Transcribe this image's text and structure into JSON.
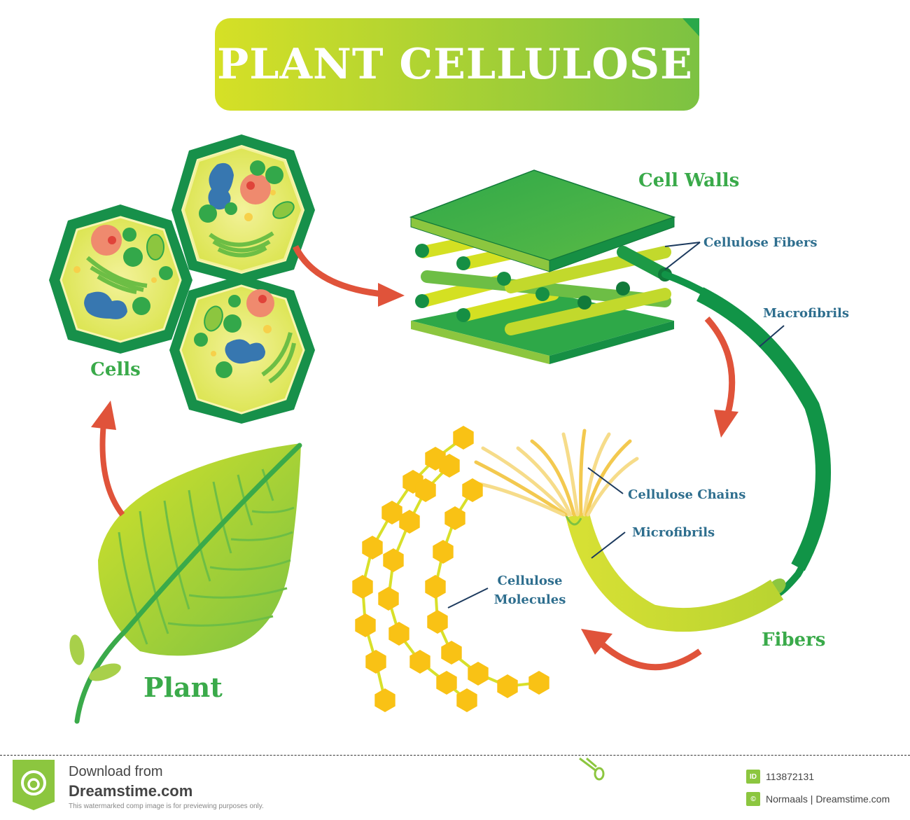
{
  "title": "PLANT CELLULOSE",
  "labels": {
    "cells": "Cells",
    "cell_walls": "Cell Walls",
    "cellulose_fibers": "Cellulose Fibers",
    "macrofibrils": "Macrofibrils",
    "cellulose_chains": "Cellulose Chains",
    "microfibrils": "Microfibrils",
    "cellulose_molecules_line1": "Cellulose",
    "cellulose_molecules_line2": "Molecules",
    "fibers": "Fibers",
    "plant": "Plant"
  },
  "flow": [
    "Plant",
    "Cells",
    "Cell Walls",
    "Fibers",
    "Cellulose Molecules"
  ],
  "colors": {
    "title_gradient_start": "#d4df26",
    "title_gradient_end": "#7cc242",
    "label_green": "#3aaa4a",
    "label_blue": "#2e6e8e",
    "arrow": "#e0533a",
    "dark_green": "#119447",
    "cell_fill": "#d9e349",
    "molecule_yellow": "#f9c215"
  },
  "footer": {
    "download_line1": "Download from",
    "download_line2": "Dreamstime.com",
    "disclaimer": "This watermarked comp image is for previewing purposes only.",
    "id_badge": "ID",
    "image_id": "113872131",
    "copyright_badge": "©",
    "credit": "Normaals | Dreamstime.com"
  }
}
